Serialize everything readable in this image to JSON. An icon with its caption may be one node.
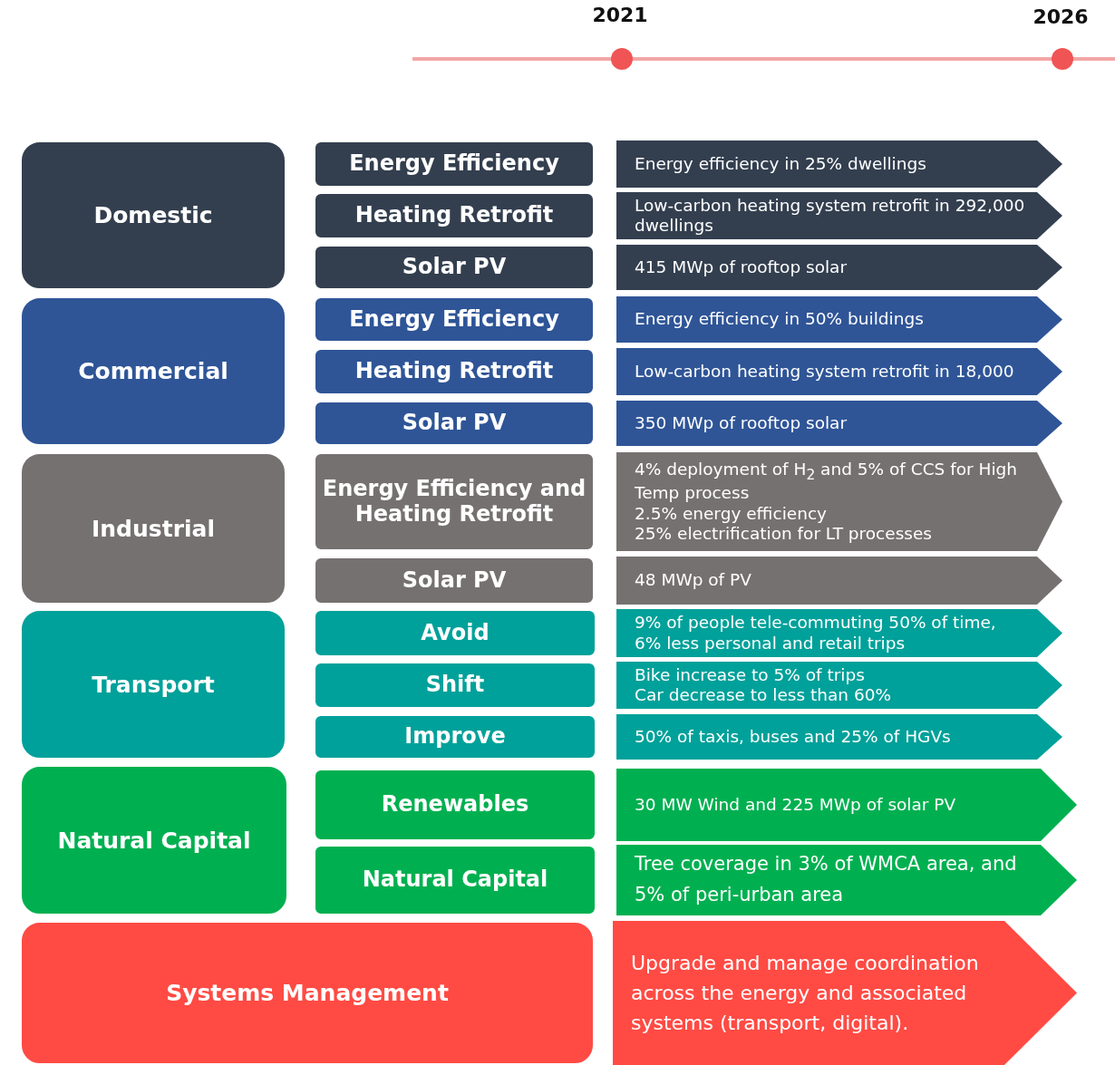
{
  "diagram": {
    "nodes": [
      {
        "text": [
          "Domestic"
        ]
      },
      {
        "text": [
          "Energy Efficiency"
        ]
      },
      {
        "text": [
          "Energy efficiency in 25% dwellings"
        ]
      },
      {
        "text": [
          "Heating Retrofit"
        ]
      },
      {
        "text": [
          "Low-carbon heating system retrofit in 292,000 dwellings"
        ]
      },
      {
        "text": [
          "Solar PV"
        ]
      },
      {
        "text": [
          "415 MWp of rooftop solar"
        ]
      },
      {
        "text": [
          "Commercial"
        ]
      },
      {
        "text": [
          "Energy Efficiency"
        ]
      },
      {
        "text": [
          "Energy efficiency in 50% buildings"
        ]
      },
      {
        "text": [
          "Heating Retrofit"
        ]
      },
      {
        "text": [
          "Low-carbon heating system retrofit in 18,000"
        ]
      },
      {
        "text": [
          "Solar PV"
        ]
      },
      {
        "text": [
          "350 MWp of rooftop solar"
        ]
      },
      {
        "text": [
          "Industrial"
        ]
      },
      {
        "text": [
          "Energy Efficiency and Heating Retrofit"
        ]
      },
      {
        "text": [
          "4% deployment of H$_{2}$ and 5% of CCS for High Temp process",
          "2.5% energy efficiency",
          "25% electrification for LT processes"
        ]
      },
      {
        "text": [
          "Solar PV"
        ]
      },
      {
        "text": [
          "48 MWp of PV"
        ]
      },
      {
        "text": [
          "Transport"
        ]
      },
      {
        "text": [
          "Avoid"
        ]
      },
      {
        "text": [
          "9% of people tele-commuting 50% of time, 6% less personal and retail trips"
        ]
      },
      {
        "text": [
          "Shift"
        ]
      },
      {
        "text": [
          "Bike increase to 5% of trips",
          "Car decrease to less than 60%"
        ]
      },
      {
        "text": [
          "Improve"
        ]
      },
      {
        "text": [
          "50% of taxis, buses and 25% of HGVs"
        ]
      },
      {
        "text": [
          "Natural Capital"
        ]
      },
      {
        "text": [
          "Renewables"
        ]
      },
      {
        "text": [
          "30 MW Wind and 225 MWp of solar PV"
        ]
      },
      {
        "text": [
          "Natural Capital"
        ]
      },
      {
        "text": [
          "Tree coverage in 3% of WMCA area, and 5% of peri-urban area"
        ]
      },
      {
        "text": [
          "Systems Management"
        ]
      },
      {
        "text": [
          "Upgrade and manage coordination across the energy and associated systems (transport, digital)."
        ]
      }
    ],
    "edges": [],
    "labels": [
      "2021",
      "2026"
    ]
  }
}
